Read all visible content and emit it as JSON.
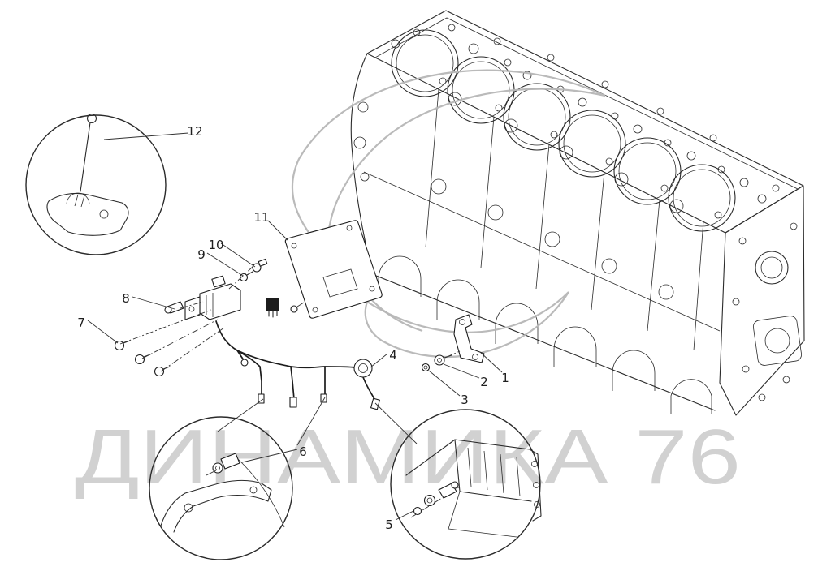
{
  "colors": {
    "line": "#2b2b2b",
    "watermark": "#c6c6c6"
  },
  "watermark": {
    "text": "ДИНАМИКА 76"
  },
  "callouts": [
    {
      "label": "1"
    },
    {
      "label": "2"
    },
    {
      "label": "3"
    },
    {
      "label": "4"
    },
    {
      "label": "5"
    },
    {
      "label": "6"
    },
    {
      "label": "7"
    },
    {
      "label": "8"
    },
    {
      "label": "9"
    },
    {
      "label": "10"
    },
    {
      "label": "11"
    },
    {
      "label": "12"
    }
  ]
}
